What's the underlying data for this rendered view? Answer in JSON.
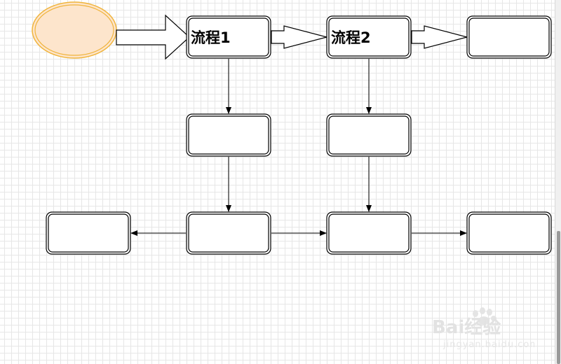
{
  "diagram": {
    "nodes": {
      "start": {
        "label": "",
        "shape": "ellipse",
        "fill": "#fde5cc",
        "stroke": "#f0b43c"
      },
      "process1": {
        "label": "流程1"
      },
      "process2": {
        "label": "流程2"
      },
      "top_right": {
        "label": ""
      },
      "mid_left": {
        "label": ""
      },
      "mid_right": {
        "label": ""
      },
      "bottom_far_left": {
        "label": ""
      },
      "bottom_left": {
        "label": ""
      },
      "bottom_right": {
        "label": ""
      },
      "bottom_far_right": {
        "label": ""
      }
    },
    "edges": [
      {
        "from": "start",
        "to": "process1",
        "style": "block-arrow"
      },
      {
        "from": "process1",
        "to": "process2",
        "style": "block-arrow"
      },
      {
        "from": "process2",
        "to": "top_right",
        "style": "block-arrow"
      },
      {
        "from": "process1",
        "to": "mid_left",
        "style": "arrow"
      },
      {
        "from": "process2",
        "to": "mid_right",
        "style": "arrow"
      },
      {
        "from": "mid_left",
        "to": "bottom_left",
        "style": "arrow"
      },
      {
        "from": "mid_right",
        "to": "bottom_right",
        "style": "arrow"
      },
      {
        "from": "bottom_left",
        "to": "bottom_far_left",
        "style": "arrow"
      },
      {
        "from": "bottom_left",
        "to": "bottom_right",
        "style": "arrow"
      },
      {
        "from": "bottom_right",
        "to": "bottom_far_right",
        "style": "arrow"
      }
    ]
  },
  "watermark": {
    "brand": "Bai经验",
    "url": "jingyan.baidu.com",
    "icon": "paw-icon"
  }
}
